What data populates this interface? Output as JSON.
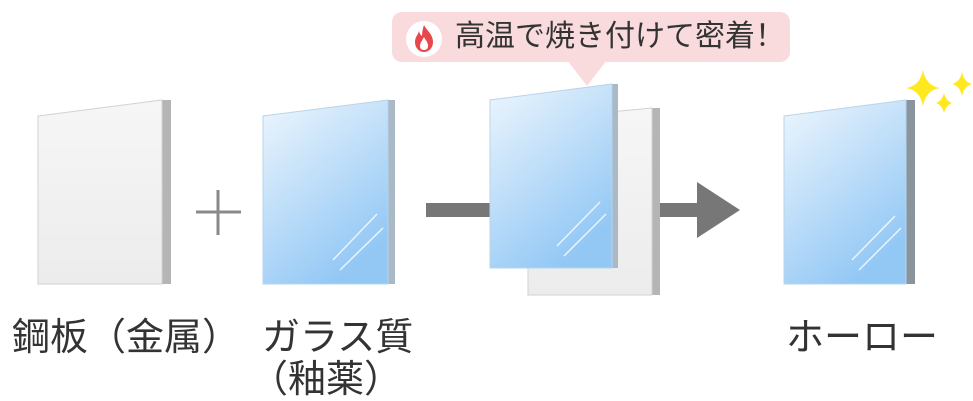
{
  "callout": {
    "text": "高温で焼き付けて密着！",
    "icon": "flame-icon"
  },
  "labels": {
    "steel": "鋼板（金属）",
    "glass_line1": "ガラス質",
    "glass_line2": "（釉薬）",
    "enamel": "ホーロー"
  },
  "operators": {
    "plus": "+",
    "arrow": "→"
  },
  "colors": {
    "callout_bg": "#f9dbdd",
    "flame": "#e8474c",
    "steel_face": "#f2f2f2",
    "steel_edge": "#b8b8b8",
    "glass_top": "#e6f2fc",
    "glass_bottom": "#9ccdf6",
    "glass_edge": "#a9b9c6",
    "arrow": "#777777",
    "sparkle": "#ffee22",
    "text": "#333333"
  }
}
